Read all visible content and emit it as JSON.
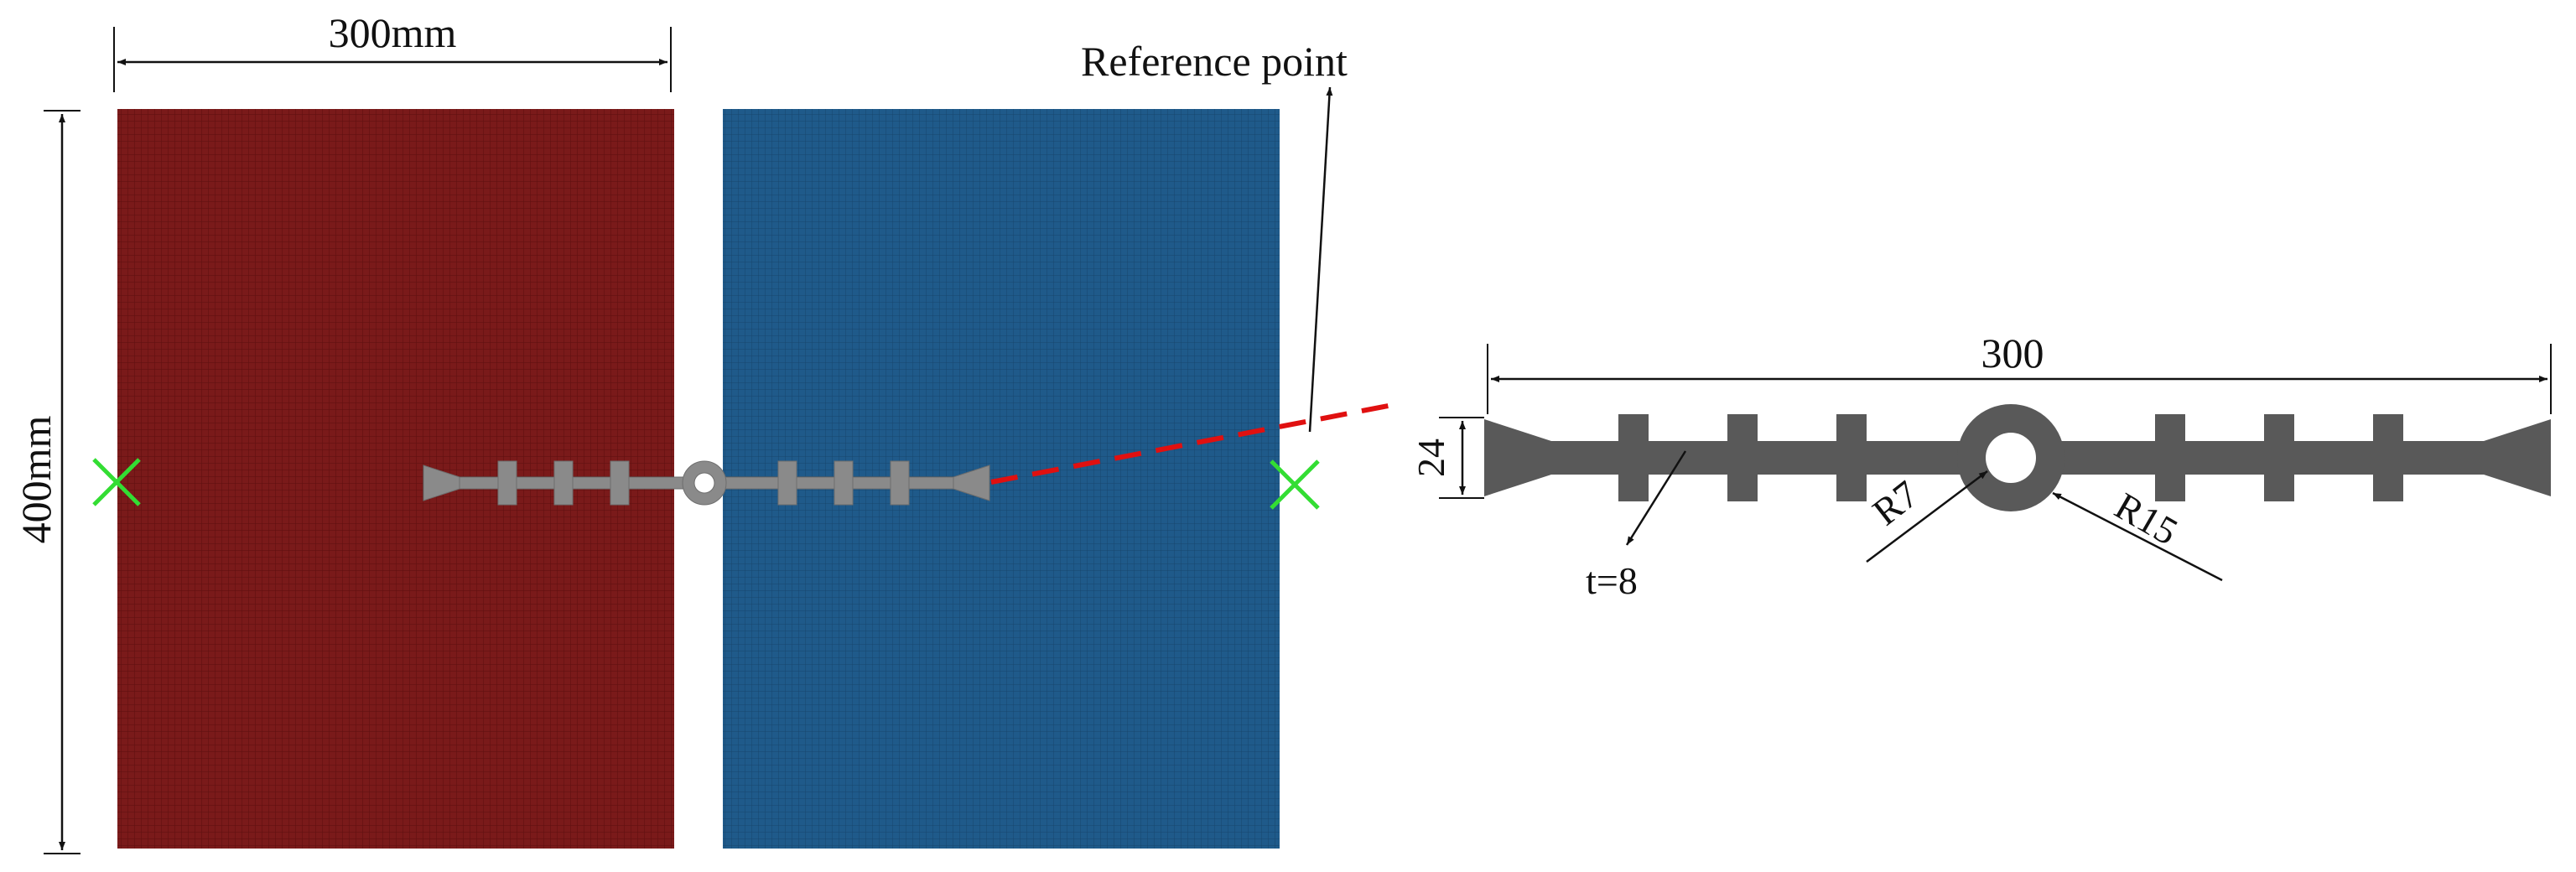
{
  "figure": {
    "left_model": {
      "width_label": "300mm",
      "height_label": "400mm",
      "reference_label": "Reference point",
      "colors": {
        "left_block": "#7a1a1a",
        "right_block": "#1f5a8a",
        "waterstop_mesh": "#8a8a8a",
        "reference_marker": "#33dd33",
        "connector_dash": "#e01010"
      }
    },
    "section_detail": {
      "length_label": "300",
      "height_label": "24",
      "thickness_label": "t=8",
      "inner_radius_label": "R7",
      "outer_radius_label": "R15",
      "colors": {
        "section_fill": "#595959",
        "bulb_hole": "#ffffff"
      }
    }
  }
}
